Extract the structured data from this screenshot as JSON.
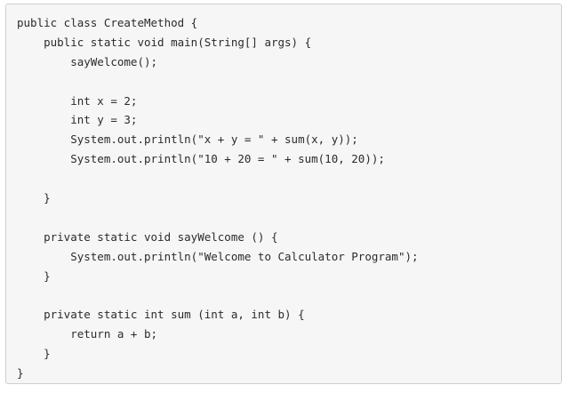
{
  "code_block": {
    "lines": [
      "public class CreateMethod {",
      "    public static void main(String[] args) {",
      "        sayWelcome();",
      "",
      "        int x = 2;",
      "        int y = 3;",
      "        System.out.println(\"x + y = \" + sum(x, y));",
      "        System.out.println(\"10 + 20 = \" + sum(10, 20));",
      "",
      "    }",
      "",
      "    private static void sayWelcome () {",
      "        System.out.println(\"Welcome to Calculator Program\");",
      "    }",
      "",
      "    private static int sum (int a, int b) {",
      "        return a + b;",
      "    }",
      "}"
    ]
  }
}
